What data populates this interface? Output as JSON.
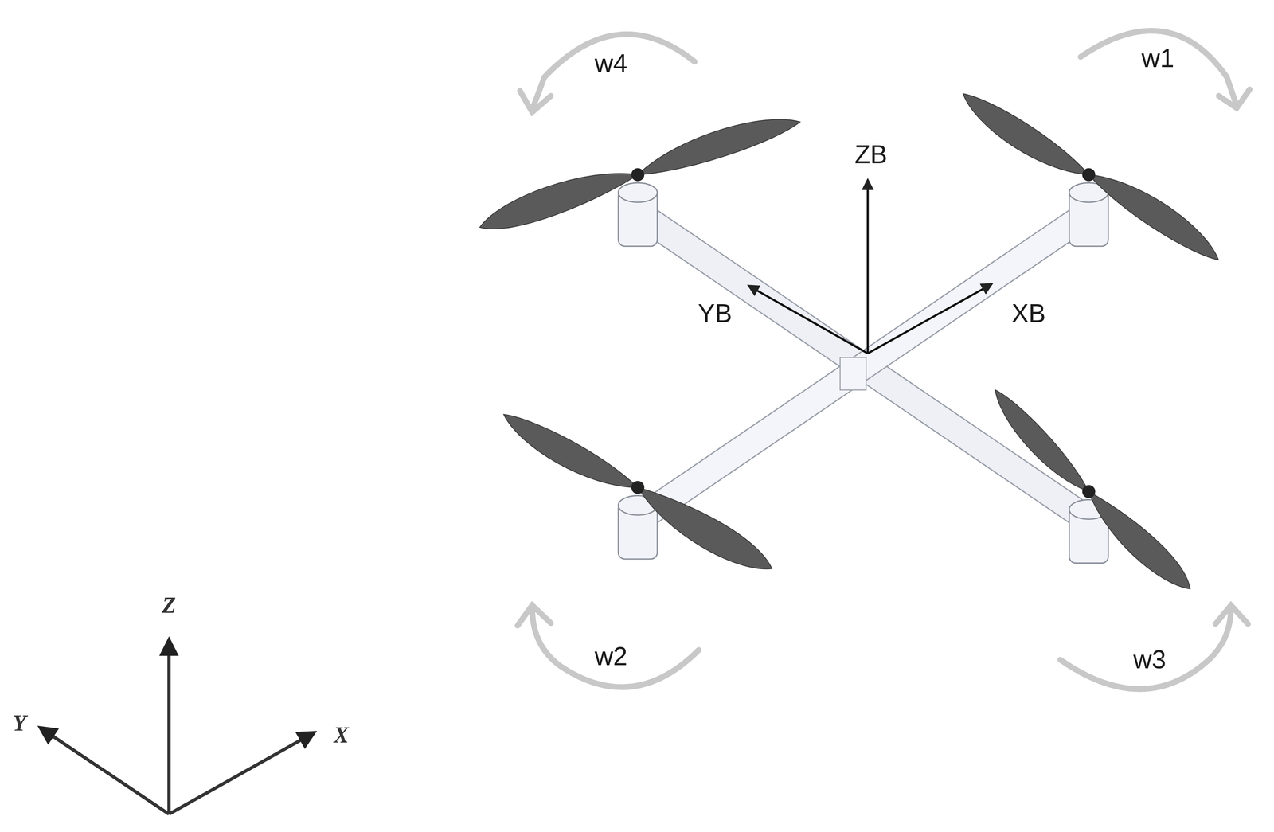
{
  "diagram": {
    "labels": [
      "w4",
      "w1",
      "ZB",
      "YB",
      "XB",
      "w2",
      "w3",
      "Z",
      "Y",
      "X"
    ]
  }
}
